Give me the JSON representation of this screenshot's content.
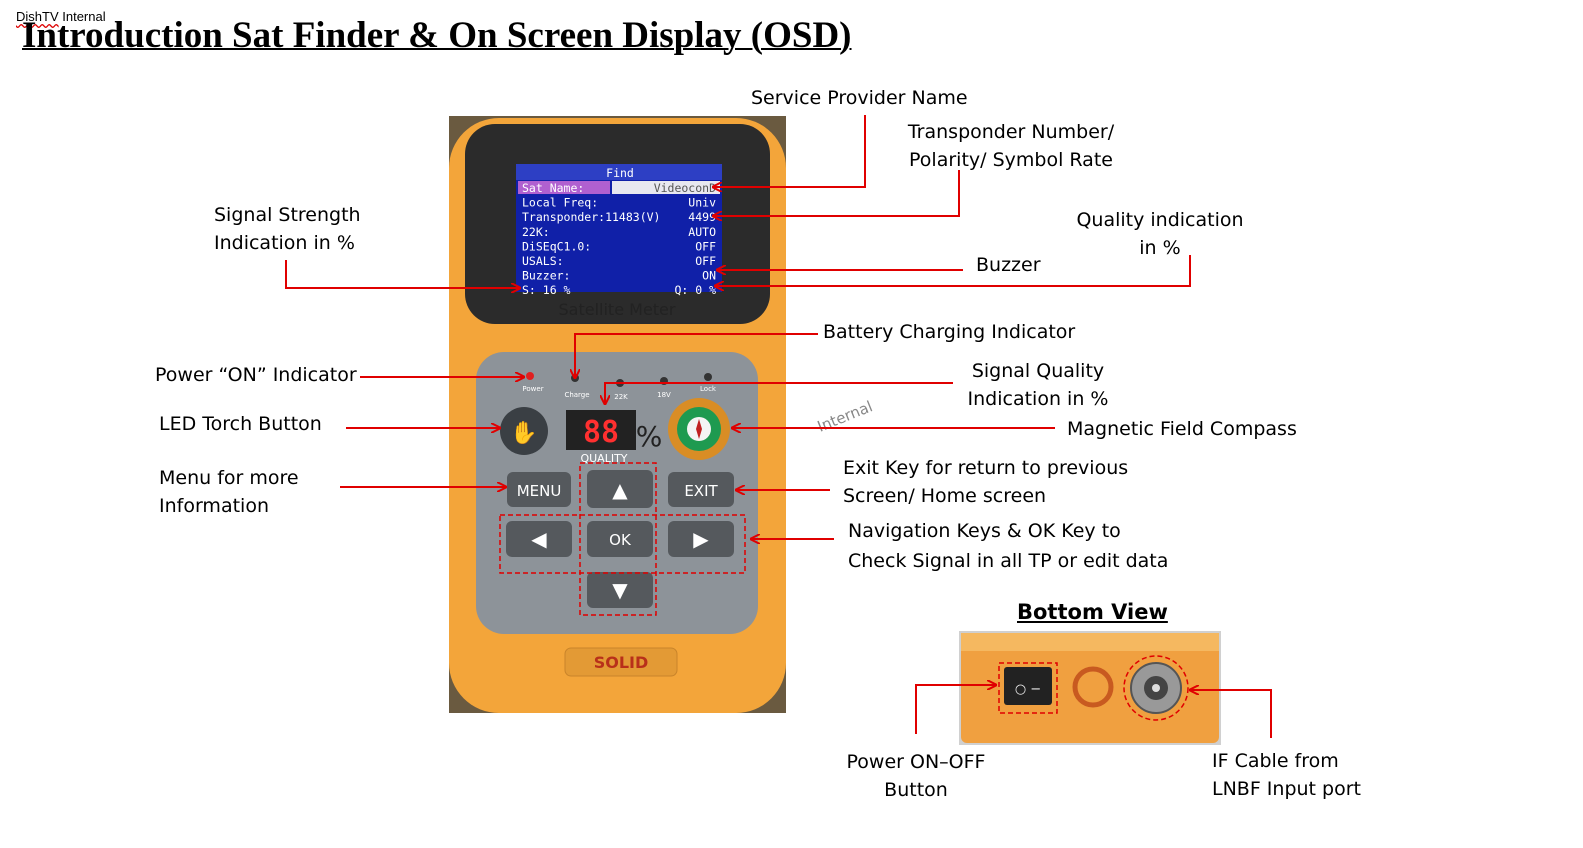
{
  "header": {
    "classification": "DishTV Internal",
    "classification_word1": "DishTV",
    "classification_word2": "Internal",
    "title": "Introduction Sat Finder & On Screen Display (OSD)"
  },
  "device": {
    "brand": "SOLID",
    "meter_label": "Satellite   Meter",
    "watermark": "Internal",
    "screen": {
      "heading": "Find",
      "rows": [
        {
          "label": "Sat Name:",
          "value": "VideoconD"
        },
        {
          "label": "Local Freq:",
          "value": "Univ"
        },
        {
          "label": "Transponder:11483(V)",
          "value": "4499"
        },
        {
          "label": "22K:",
          "value": "AUTO"
        },
        {
          "label": "DiSEqC1.0:",
          "value": "OFF"
        },
        {
          "label": "USALS:",
          "value": "OFF"
        },
        {
          "label": "Buzzer:",
          "value": "ON"
        },
        {
          "label": "S: 16 %",
          "value": "Q: 0 %"
        }
      ]
    },
    "indicators": {
      "power": "Power",
      "charge": "Charge",
      "k22": "22K",
      "v18": "18V",
      "lock": "Lock"
    },
    "display_value": "88",
    "display_unit": "%",
    "quality_label": "QUALITY",
    "buttons": {
      "menu": "MENU",
      "exit": "EXIT",
      "ok": "OK",
      "up": "▲",
      "down": "▼",
      "left": "◀",
      "right": "▶"
    }
  },
  "labels": {
    "service_provider": "Service Provider Name",
    "transponder_1": "Transponder Number/",
    "transponder_2": "Polarity/ Symbol Rate",
    "signal_strength_1": "Signal Strength",
    "signal_strength_2": "Indication in %",
    "quality_1": "Quality indication",
    "quality_2": "in %",
    "buzzer": "Buzzer",
    "battery": "Battery Charging Indicator",
    "power_on": "Power “ON” Indicator",
    "signal_quality_1": "Signal Quality",
    "signal_quality_2": "Indication in %",
    "torch": "LED Torch Button",
    "compass": "Magnetic Field Compass",
    "menu_1": "Menu for more",
    "menu_2": "Information",
    "exit_1": "Exit Key for return to previous",
    "exit_2": "Screen/ Home screen",
    "nav_1": "Navigation Keys & OK Key to",
    "nav_2": "Check Signal in all TP or edit data",
    "bottom_view": "Bottom View",
    "power_switch_1": "Power ON–OFF",
    "power_switch_2": "Button",
    "if_cable_1": "IF Cable from",
    "if_cable_2": "LNBF Input port"
  },
  "colors": {
    "arrow": "#e00000",
    "device_orange": "#f3a53a",
    "panel_gray": "#8d9399",
    "screen_blue": "#1020a8",
    "highlight": "#b060d0"
  }
}
